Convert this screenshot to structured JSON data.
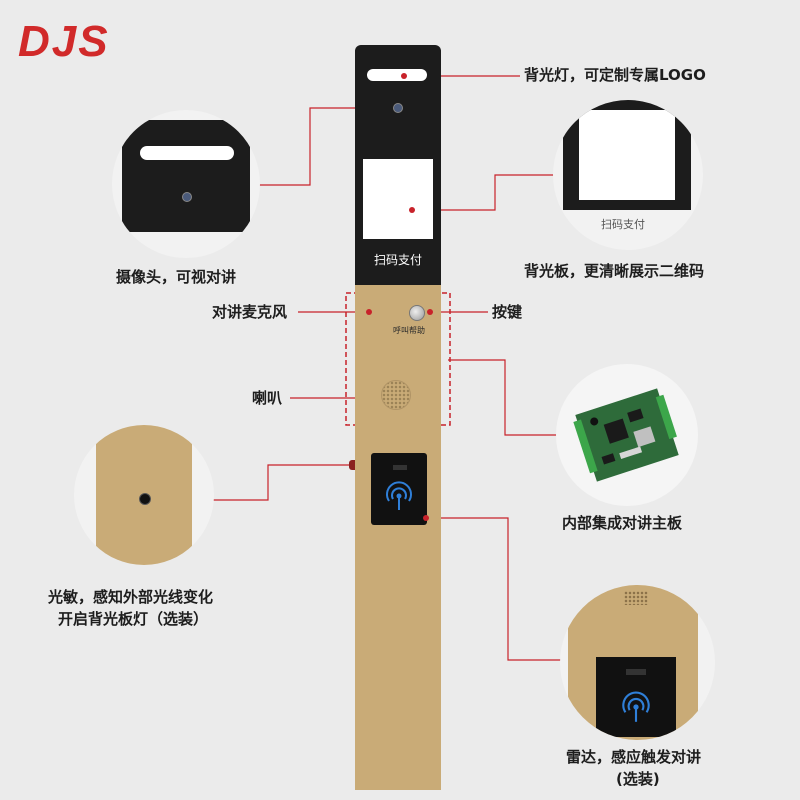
{
  "brand": {
    "logo_text": "DJS",
    "color": "#d12a2a"
  },
  "product": {
    "pole_label": "扫码支付",
    "button_caption": "呼叫帮助",
    "qr_peek_text": "扫码支付"
  },
  "labels": {
    "backlight_logo": "背光灯，可定制专属LOGO",
    "camera": "摄像头，可视对讲",
    "backlight_panel": "背光板，更清晰展示二维码",
    "mic": "对讲麦克风",
    "button": "按键",
    "speaker": "喇叭",
    "mainboard": "内部集成对讲主板",
    "photosensor_line1": "光敏，感知外部光线变化",
    "photosensor_line2": "开启背光板灯（选装）",
    "radar_line1": "雷达，感应触发对讲",
    "radar_line2": "(选装)"
  },
  "colors": {
    "pole_dark": "#1c1c1c",
    "pole_gold": "#c9ab77",
    "accent_red": "#c8222a",
    "background": "#ebebeb"
  }
}
